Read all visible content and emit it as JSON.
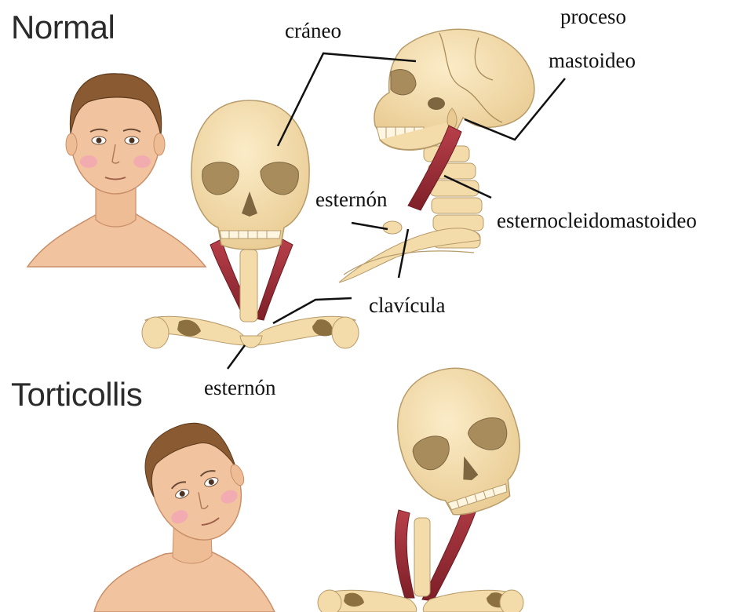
{
  "headings": {
    "normal": "Normal",
    "torticollis": "Torticollis"
  },
  "labels": {
    "craneo": "cráneo",
    "proceso": "proceso",
    "mastoideo": "mastoideo",
    "esternon_top": "esternón",
    "esternocleidomastoideo": "esternocleidomastoideo",
    "clavicula": "clavícula",
    "esternon_bottom": "esternón"
  },
  "colors": {
    "bone": "#f3dcaa",
    "bone_stroke": "#b79b6a",
    "bone_shadow": "#a98c5b",
    "skin": "#f1c49f",
    "skin_stroke": "#c98f6a",
    "hair": "#8a5a32",
    "muscle": "#9e2b34",
    "cheek": "#f2a3b7",
    "leader_line": "#111111"
  }
}
